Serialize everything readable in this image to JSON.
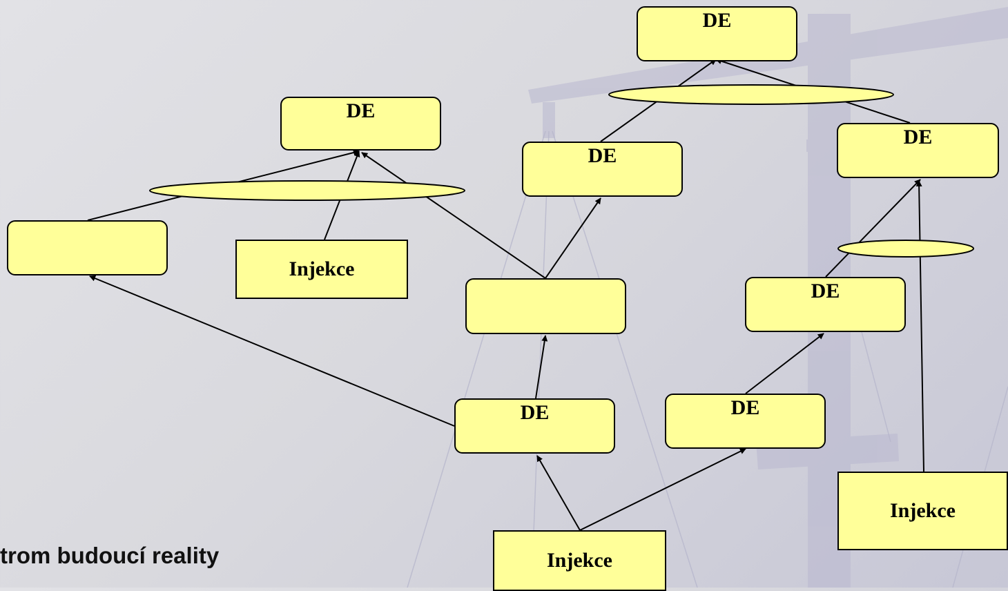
{
  "diagram": {
    "caption": "trom budoucí reality",
    "nodes": [
      {
        "id": "de_top",
        "label": "DE"
      },
      {
        "id": "de_left",
        "label": "DE"
      },
      {
        "id": "de_mid_upper",
        "label": "DE"
      },
      {
        "id": "de_right_upper",
        "label": "DE"
      },
      {
        "id": "blank_left",
        "label": ""
      },
      {
        "id": "injekce_left",
        "label": "Injekce"
      },
      {
        "id": "blank_center",
        "label": ""
      },
      {
        "id": "de_right_mid",
        "label": "DE"
      },
      {
        "id": "de_center_low",
        "label": "DE"
      },
      {
        "id": "de_right_low",
        "label": "DE"
      },
      {
        "id": "injekce_bottom",
        "label": "Injekce"
      },
      {
        "id": "injekce_right",
        "label": "Injekce"
      }
    ]
  },
  "colors": {
    "node_fill": "#ffff99",
    "stroke": "#000000"
  }
}
